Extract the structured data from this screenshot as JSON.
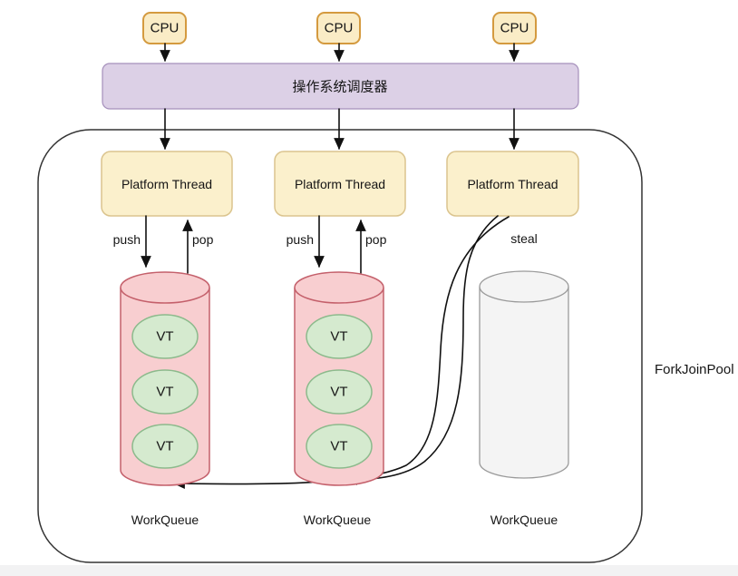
{
  "diagram": {
    "cpus": [
      "CPU",
      "CPU",
      "CPU"
    ],
    "scheduler_label": "操作系统调度器",
    "threads": [
      "Platform Thread",
      "Platform Thread",
      "Platform Thread"
    ],
    "edge_labels": {
      "push": "push",
      "pop": "pop",
      "steal": "steal"
    },
    "queues": [
      {
        "label": "WorkQueue",
        "type": "pink",
        "tasks": [
          "VT",
          "VT",
          "VT"
        ]
      },
      {
        "label": "WorkQueue",
        "type": "pink",
        "tasks": [
          "VT",
          "VT",
          "VT"
        ]
      },
      {
        "label": "WorkQueue",
        "type": "gray",
        "tasks": []
      }
    ],
    "pool_label": "ForkJoinPool",
    "colors": {
      "cpu_fill": "#FAECC6",
      "cpu_border": "#D49A3F",
      "scheduler_fill": "#DCD0E6",
      "scheduler_border": "#A58FBB",
      "thread_fill": "#FBF0CC",
      "thread_border": "#DBC48E",
      "queue_pink_fill": "#F8CED0",
      "queue_pink_border": "#C4606B",
      "task_fill": "#D5EACF",
      "task_border": "#8CBA8C",
      "queue_gray_fill": "#F4F4F4",
      "queue_gray_border": "#9A9A9A",
      "pool_border": "#333333",
      "line": "#111111"
    }
  }
}
